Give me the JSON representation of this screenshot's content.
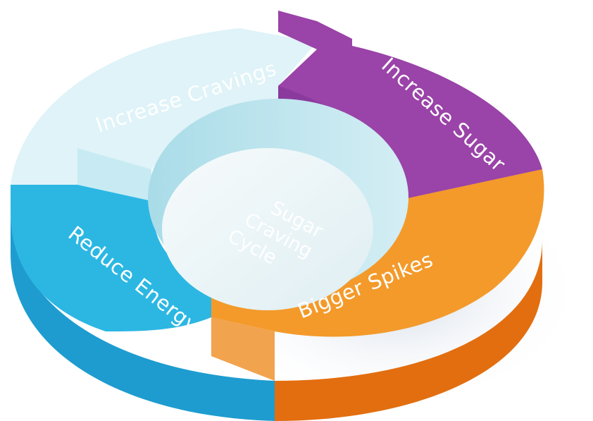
{
  "diagram": {
    "center_label": [
      "Sugar",
      "Craving",
      "Cycle"
    ],
    "segments": [
      {
        "label": "Increase Cravings",
        "color": "#dff3f8"
      },
      {
        "label": "Increase Sugar",
        "color": "#9a43a8"
      },
      {
        "label": "Bigger Spikes",
        "color": "#f39a2b"
      },
      {
        "label": "Reduce Energy",
        "color": "#2cb7e3"
      }
    ]
  }
}
